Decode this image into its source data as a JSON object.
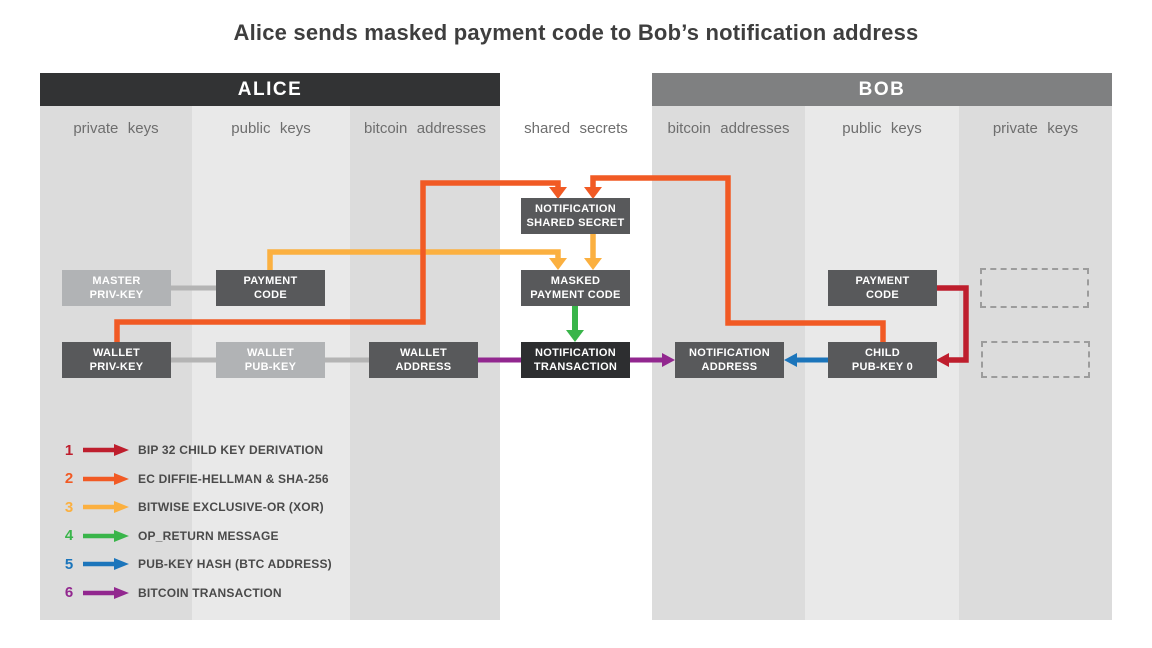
{
  "title": "Alice sends masked payment code to Bob’s notification address",
  "alice": {
    "header": "ALICE",
    "columns": [
      "private keys",
      "public keys",
      "bitcoin addresses"
    ]
  },
  "bob": {
    "header": "BOB",
    "columns": [
      "bitcoin addresses",
      "public keys",
      "private keys"
    ]
  },
  "shared_secrets_label": "shared secrets",
  "nodes": {
    "master_priv_key": {
      "label": "MASTER\nPRIV-KEY"
    },
    "payment_code_alice": {
      "label": "PAYMENT\nCODE"
    },
    "wallet_priv_key": {
      "label": "WALLET\nPRIV-KEY"
    },
    "wallet_pub_key": {
      "label": "WALLET\nPUB-KEY"
    },
    "wallet_address": {
      "label": "WALLET\nADDRESS"
    },
    "notification_shared_secret": {
      "label": "NOTIFICATION\nSHARED SECRET"
    },
    "masked_payment_code": {
      "label": "MASKED\nPAYMENT CODE"
    },
    "notification_transaction": {
      "label": "NOTIFICATION\nTRANSACTION"
    },
    "notification_address": {
      "label": "NOTIFICATION\nADDRESS"
    },
    "child_pub_key_0": {
      "label": "CHILD\nPUB-KEY 0"
    },
    "payment_code_bob": {
      "label": "PAYMENT\nCODE"
    }
  },
  "colors": {
    "red": "#be1e2d",
    "orange": "#f15a24",
    "yellow": "#fbb040",
    "green": "#39b54a",
    "blue": "#1b75bb",
    "purple": "#92278f",
    "connector_gray": "#b4b4b4"
  },
  "legend": {
    "items": [
      {
        "number": "1",
        "label": "BIP 32 CHILD KEY DERIVATION",
        "color": "#be1e2d"
      },
      {
        "number": "2",
        "label": "EC DIFFIE-HELLMAN & SHA-256",
        "color": "#f15a24"
      },
      {
        "number": "3",
        "label": "BITWISE EXCLUSIVE-OR (XOR)",
        "color": "#fbb040"
      },
      {
        "number": "4",
        "label": "OP_RETURN MESSAGE",
        "color": "#39b54a"
      },
      {
        "number": "5",
        "label": "PUB-KEY HASH (BTC ADDRESS)",
        "color": "#1b75bb"
      },
      {
        "number": "6",
        "label": "BITCOIN TRANSACTION",
        "color": "#92278f"
      }
    ]
  }
}
